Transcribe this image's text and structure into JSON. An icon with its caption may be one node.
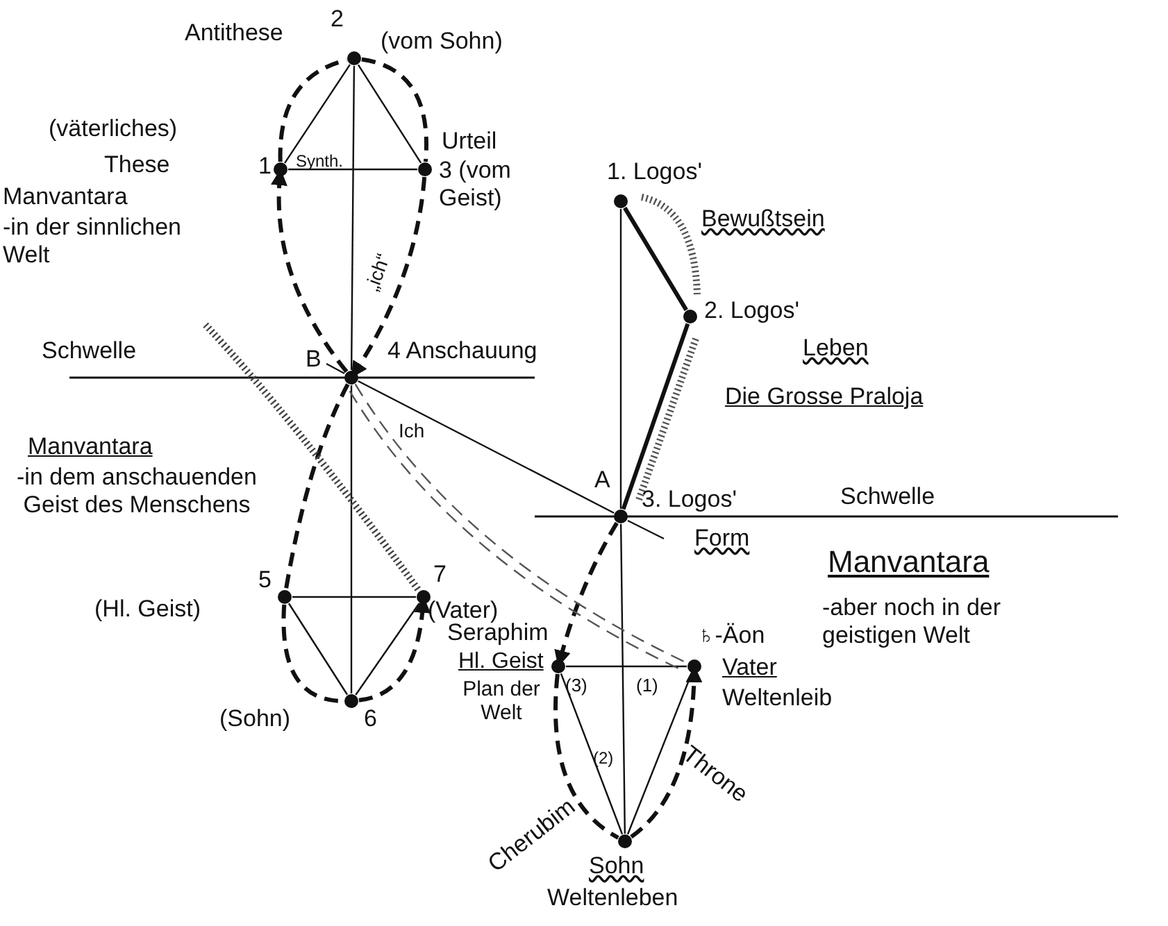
{
  "diagram": {
    "nodes": [
      {
        "text": [],
        "shape": "circle",
        "beside": [
          "Antithese",
          "2",
          "(vom Sohn)"
        ]
      },
      {
        "text": [],
        "shape": "circle",
        "beside": [
          "(väterliches)",
          "These",
          "1"
        ]
      },
      {
        "text": [],
        "shape": "circle",
        "beside": [
          "Urteil",
          "3 (vom Geist)"
        ]
      },
      {
        "text": [],
        "shape": "circle",
        "beside": [
          "1. Logos'",
          "Bewußtsein"
        ]
      },
      {
        "text": [],
        "shape": "circle",
        "beside": [
          "2. Logos'",
          "Leben"
        ]
      },
      {
        "text": [],
        "shape": "circle",
        "beside": [
          "B",
          "4 Anschauung"
        ]
      },
      {
        "text": [],
        "shape": "circle",
        "beside": [
          "A",
          "3. Logos'",
          "Form"
        ]
      },
      {
        "text": [],
        "shape": "circle",
        "beside": [
          "5",
          "(Hl. Geist)"
        ]
      },
      {
        "text": [],
        "shape": "circle",
        "beside": [
          "7",
          "(Vater)"
        ]
      },
      {
        "text": [],
        "shape": "circle",
        "beside": [
          "(Sohn)",
          "6"
        ]
      },
      {
        "text": [],
        "shape": "circle",
        "beside": [
          "Hl. Geist",
          "Plan der Welt"
        ]
      },
      {
        "text": [],
        "shape": "circle",
        "beside": [
          "♄-Äon",
          "Vater",
          "Weltenleib"
        ]
      },
      {
        "text": [],
        "shape": "circle",
        "beside": [
          "Sohn",
          "Weltenleben"
        ]
      }
    ],
    "edges": [
      {
        "from": 1,
        "to": 0,
        "arrow": "none"
      },
      {
        "from": 0,
        "to": 2,
        "arrow": "none"
      },
      {
        "from": 1,
        "to": 2,
        "arrow": "none"
      },
      {
        "from": 0,
        "to": 5,
        "arrow": "none"
      },
      {
        "from": 5,
        "to": 9,
        "arrow": "none"
      },
      {
        "from": 7,
        "to": 8,
        "arrow": "none"
      },
      {
        "from": 7,
        "to": 9,
        "arrow": "none"
      },
      {
        "from": 8,
        "to": 9,
        "arrow": "none"
      },
      {
        "from": 5,
        "to": 1,
        "arrow": "to",
        "style": "dashed"
      },
      {
        "from": 1,
        "to": 0,
        "arrow": "none",
        "style": "dashed"
      },
      {
        "from": 0,
        "to": 2,
        "arrow": "none",
        "style": "dashed"
      },
      {
        "from": 2,
        "to": 5,
        "arrow": "to",
        "style": "dashed"
      },
      {
        "from": 5,
        "to": 7,
        "arrow": "none",
        "style": "dashed"
      },
      {
        "from": 7,
        "to": 9,
        "arrow": "none",
        "style": "dashed"
      },
      {
        "from": 9,
        "to": 8,
        "arrow": "to",
        "style": "dashed"
      },
      {
        "from": 3,
        "to": 4,
        "arrow": "none",
        "style": "thick"
      },
      {
        "from": 4,
        "to": 6,
        "arrow": "none",
        "style": "thick"
      },
      {
        "from": 3,
        "to": 6,
        "arrow": "none"
      },
      {
        "from": 6,
        "to": 12,
        "arrow": "none"
      },
      {
        "from": 6,
        "to": 10,
        "arrow": "to",
        "style": "dashed"
      },
      {
        "from": 10,
        "to": 11,
        "arrow": "none"
      },
      {
        "from": 10,
        "to": 12,
        "arrow": "none"
      },
      {
        "from": 11,
        "to": 12,
        "arrow": "none"
      },
      {
        "from": 10,
        "to": 12,
        "arrow": "none",
        "style": "dashed"
      },
      {
        "from": 12,
        "to": 11,
        "arrow": "to",
        "style": "dashed"
      },
      {
        "from": 5,
        "to": 6,
        "arrow": "none"
      },
      {
        "from": null,
        "to": 8,
        "arrow": "none",
        "style": "dashed"
      },
      {
        "from": 5,
        "to": 11,
        "arrow": "none",
        "style": "dashed"
      }
    ],
    "labels": [
      "Synth.",
      "„ich“",
      "Manvantara",
      "-in der sinnlichen Welt",
      "Schwelle",
      "Ich",
      "Die Grosse Praloja",
      "Manvantara",
      "-in dem anschauenden Geist des Menschens",
      "Schwelle",
      "Manvantara",
      "-aber noch in der geistigen Welt",
      "Seraphim",
      "(3)",
      "(1)",
      "(2)",
      "Cherubim",
      "Throne"
    ]
  }
}
